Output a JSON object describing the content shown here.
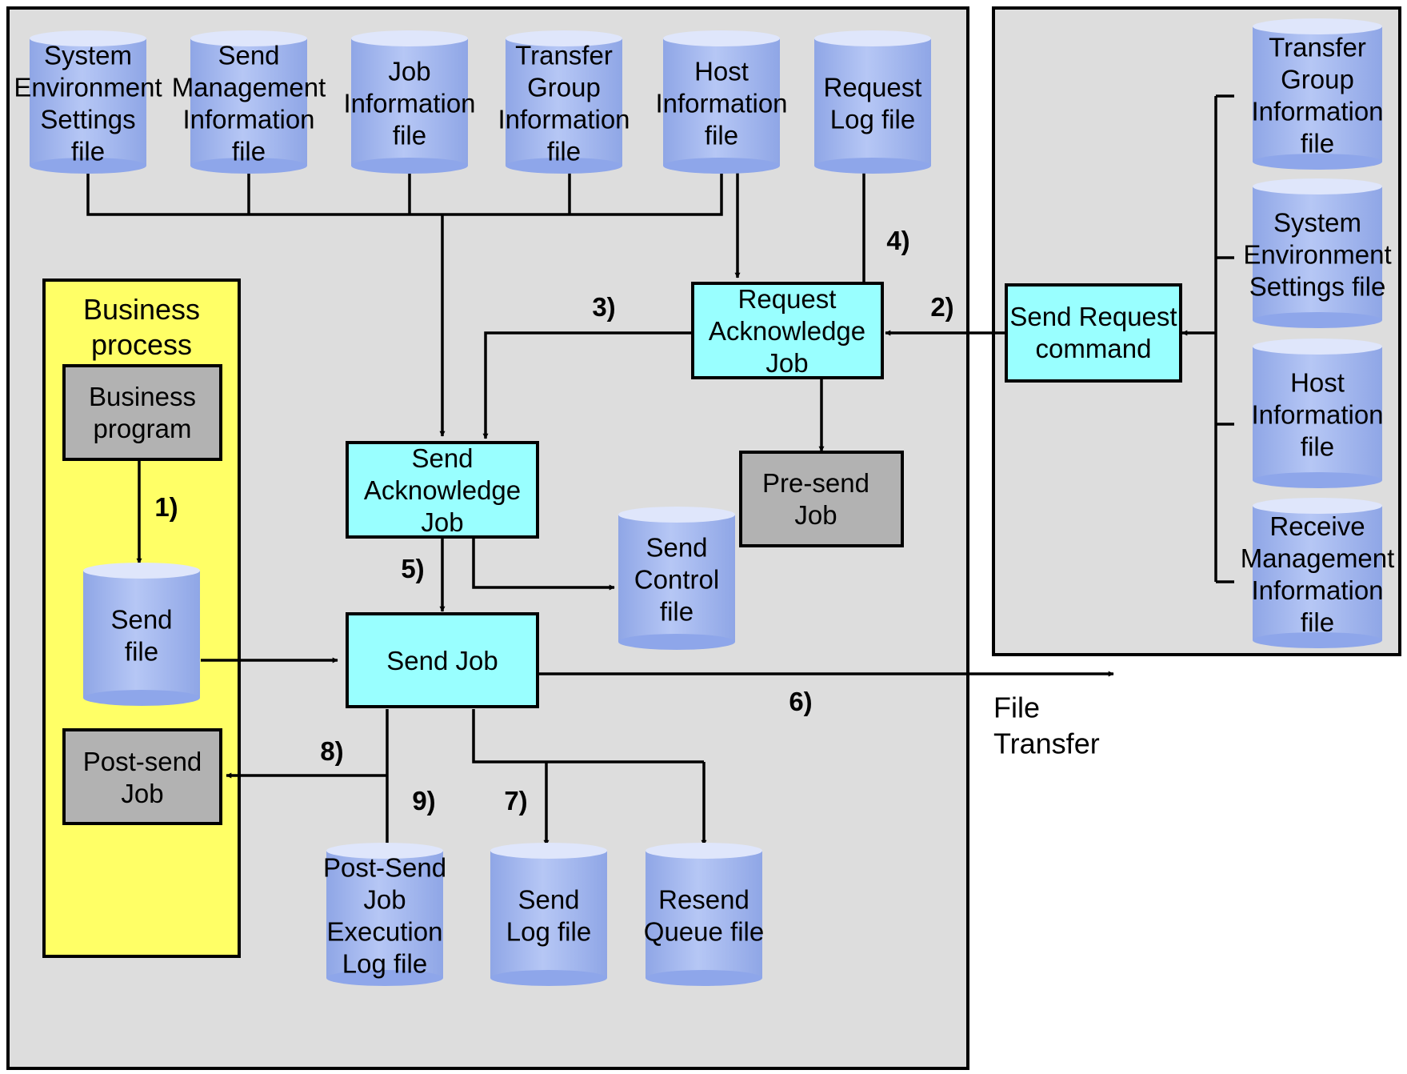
{
  "colors": {
    "panel": "#dddddd",
    "business_panel": "#ffff66",
    "job_box": "#99ffff",
    "gray_job_box": "#b2b2b2",
    "file_cylinder": "#a8bbf0"
  },
  "files": {
    "system_env_settings_left": [
      "System",
      "Environment",
      "Settings",
      "file"
    ],
    "send_mgmt_info": [
      "Send",
      "Management",
      "Information",
      "file"
    ],
    "job_info": [
      "Job",
      "Information",
      "file"
    ],
    "transfer_group_info_left": [
      "Transfer",
      "Group",
      "Information",
      "file"
    ],
    "host_info_left": [
      "Host",
      "Information",
      "file"
    ],
    "request_log": [
      "Request",
      "Log file"
    ],
    "send_file": [
      "Send",
      "file"
    ],
    "send_control": [
      "Send",
      "Control",
      "file"
    ],
    "post_send_exec_log": [
      "Post-Send",
      "Job",
      "Execution",
      "Log file"
    ],
    "send_log": [
      "Send",
      "Log file"
    ],
    "resend_queue": [
      "Resend",
      "Queue file"
    ],
    "transfer_group_info_right": [
      "Transfer",
      "Group",
      "Information",
      "file"
    ],
    "system_env_settings_right": [
      "System",
      "Environment",
      "Settings  file"
    ],
    "host_info_right": [
      "Host",
      "Information",
      "file"
    ],
    "receive_mgmt_info": [
      "Receive",
      "Management",
      "Information",
      "file"
    ]
  },
  "jobs": {
    "request_ack": [
      "Request",
      "Acknowledge",
      "Job"
    ],
    "send_ack": [
      "Send",
      "Acknowledge",
      "Job"
    ],
    "send_job": [
      "Send  Job"
    ],
    "pre_send": [
      "Pre-send",
      "Job"
    ],
    "send_request_cmd": [
      "Send Request",
      "command"
    ],
    "business_program": [
      "Business",
      "program"
    ],
    "post_send": [
      "Post-send",
      "Job"
    ]
  },
  "business_process_title": [
    "Business",
    "process"
  ],
  "file_transfer_label": [
    "File",
    "Transfer"
  ],
  "steps": {
    "s1": "1)",
    "s2": "2)",
    "s3": "3)",
    "s4": "4)",
    "s5": "5)",
    "s6": "6)",
    "s7": "7)",
    "s8": "8)",
    "s9": "9)"
  }
}
